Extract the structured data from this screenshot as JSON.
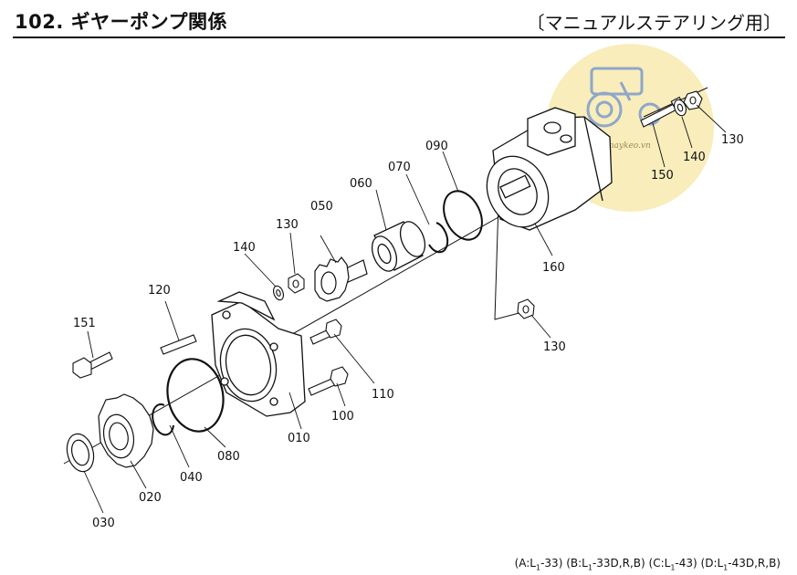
{
  "header": {
    "title": "102. ギヤーポンプ関係",
    "subtitle": "〔マニュアルステアリング用〕"
  },
  "watermark": {
    "text": "maykeo.vn",
    "color": "#f6e7a4",
    "icon": "tractor-icon"
  },
  "parts": [
    {
      "key": "p010",
      "label": "010"
    },
    {
      "key": "p020",
      "label": "020"
    },
    {
      "key": "p030",
      "label": "030"
    },
    {
      "key": "p040",
      "label": "040"
    },
    {
      "key": "p050",
      "label": "050"
    },
    {
      "key": "p060",
      "label": "060"
    },
    {
      "key": "p070",
      "label": "070"
    },
    {
      "key": "p080",
      "label": "080"
    },
    {
      "key": "p090",
      "label": "090"
    },
    {
      "key": "p100",
      "label": "100"
    },
    {
      "key": "p110",
      "label": "110"
    },
    {
      "key": "p120",
      "label": "120"
    },
    {
      "key": "p130a",
      "label": "130"
    },
    {
      "key": "p130b",
      "label": "130"
    },
    {
      "key": "p130c",
      "label": "130"
    },
    {
      "key": "p140a",
      "label": "140"
    },
    {
      "key": "p140b",
      "label": "140"
    },
    {
      "key": "p150",
      "label": "150"
    },
    {
      "key": "p151",
      "label": "151"
    },
    {
      "key": "p160",
      "label": "160"
    }
  ],
  "footnote": {
    "a_open": "(A:L",
    "a_sub": "1",
    "a_close": "-33)",
    "b_open": "(B:L",
    "b_sub": "1",
    "b_close": "-33D,R,B)",
    "c_open": "(C:L",
    "c_sub": "1",
    "c_close": "-43)",
    "d_open": "(D:L",
    "d_sub": "1",
    "d_close": "-43D,R,B)"
  }
}
